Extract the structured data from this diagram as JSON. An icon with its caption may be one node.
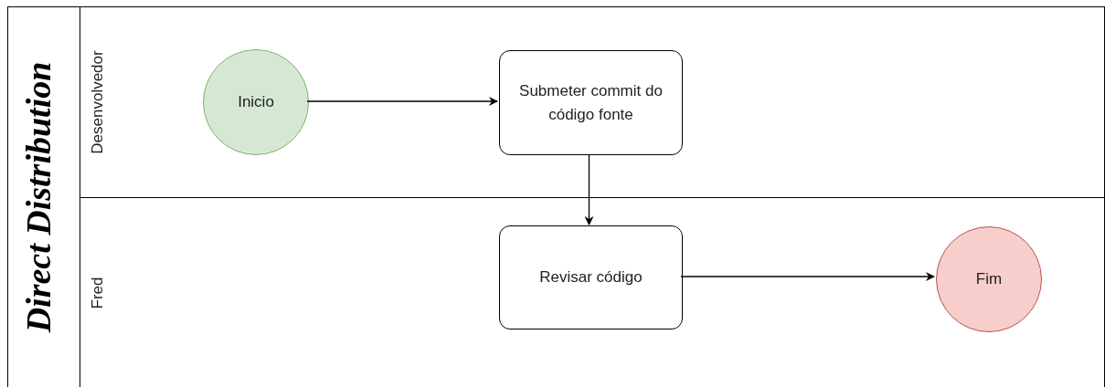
{
  "diagram": {
    "nodes": [
      {
        "text": [
          "Direct Distribution"
        ]
      },
      {
        "text": [
          "Desenvolvedor"
        ],
        "in": 0
      },
      {
        "text": [
          "Fred"
        ],
        "in": 0
      },
      {
        "text": [
          "Inicio"
        ],
        "in": 1
      },
      {
        "text": [
          "Submeter commit do código fonte"
        ],
        "in": 1
      },
      {
        "text": [
          "Revisar código"
        ],
        "in": 2
      },
      {
        "text": [
          "Fim"
        ],
        "in": 2
      }
    ],
    "edges": [
      {
        "from": 3,
        "to": 4,
        "arrow": "to"
      },
      {
        "from": 4,
        "to": 5,
        "arrow": "to"
      },
      {
        "from": 5,
        "to": 6,
        "arrow": "to"
      }
    ]
  }
}
